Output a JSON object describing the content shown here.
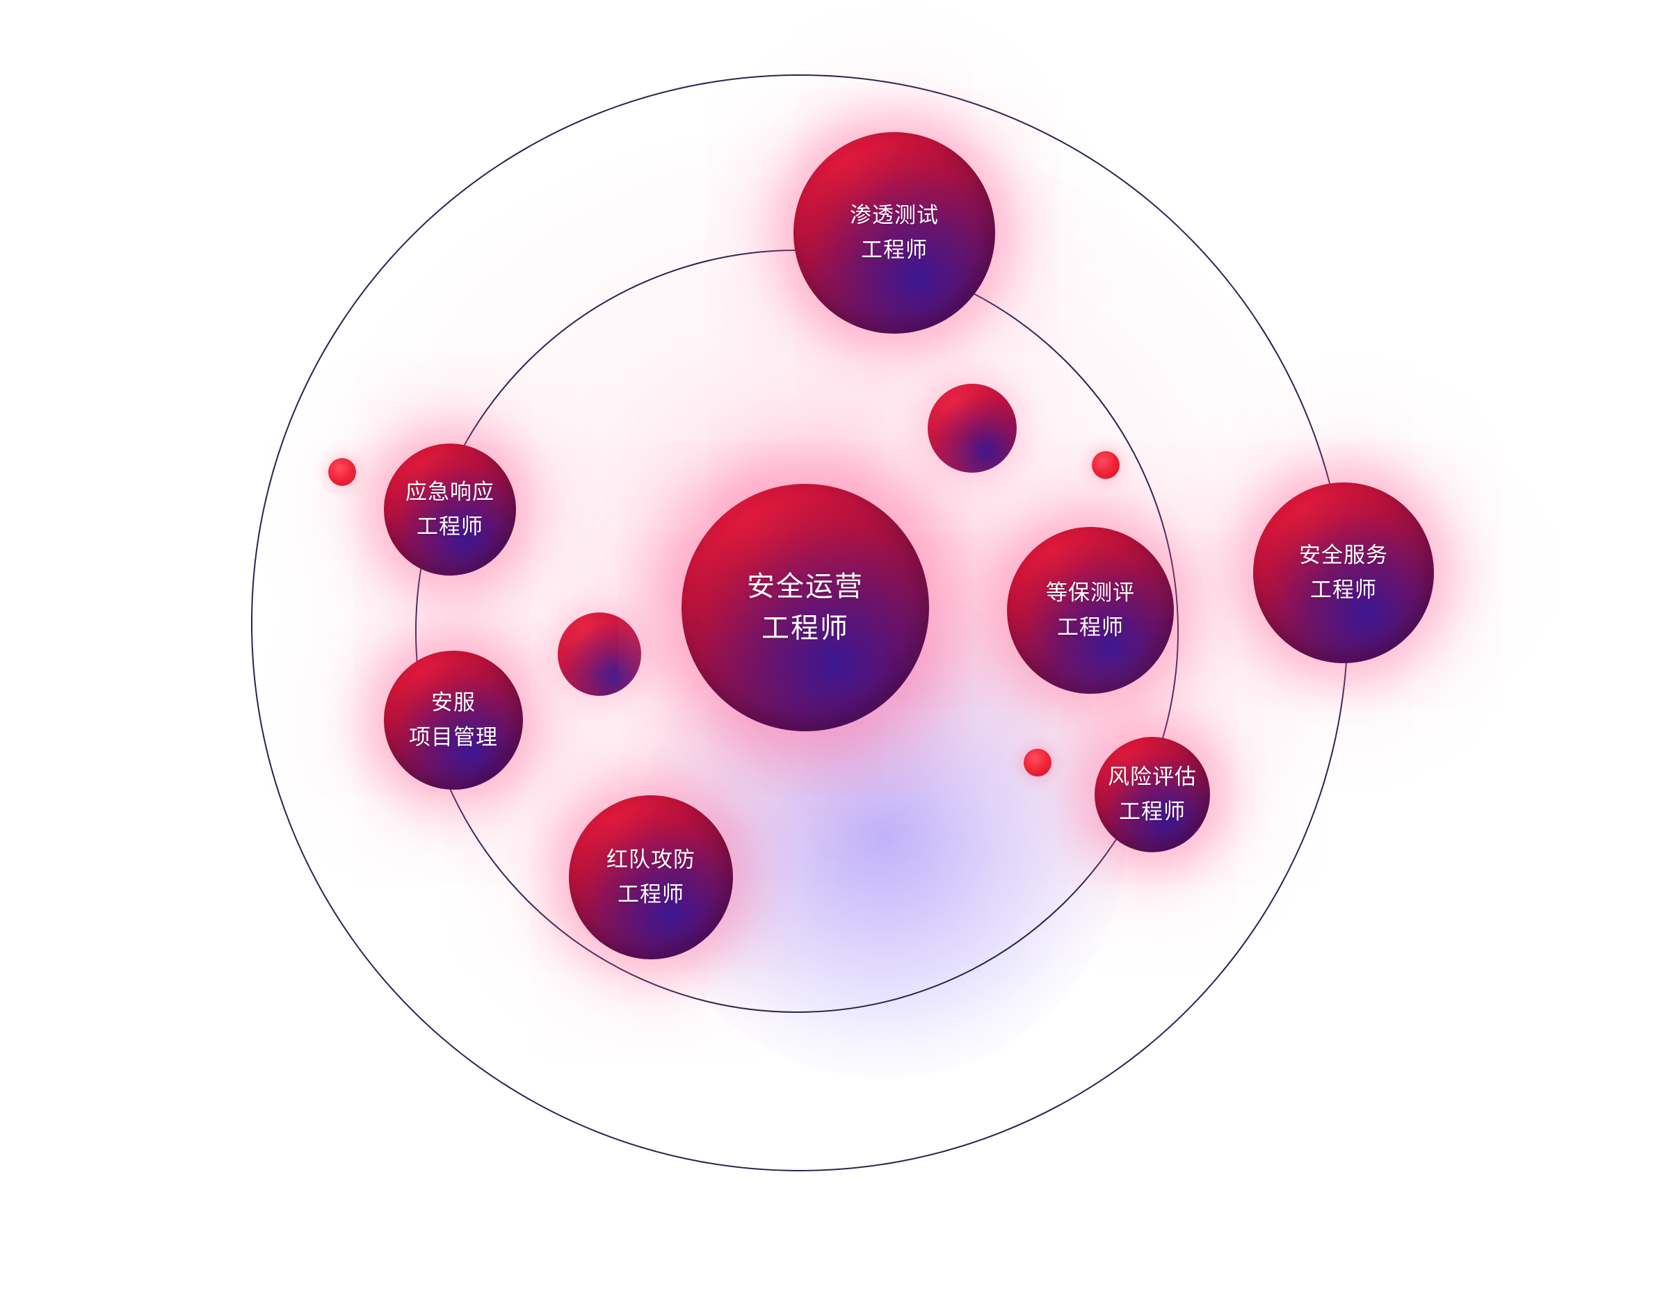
{
  "diagram": {
    "center": {
      "line1": "安全运营",
      "line2": "工程师"
    },
    "nodes": [
      {
        "id": "penetration-test",
        "line1": "渗透测试",
        "line2": "工程师"
      },
      {
        "id": "incident-response",
        "line1": "应急响应",
        "line2": "工程师"
      },
      {
        "id": "security-service-pm",
        "line1": "安服",
        "line2": "项目管理"
      },
      {
        "id": "red-team",
        "line1": "红队攻防",
        "line2": "工程师"
      },
      {
        "id": "compliance-assessment",
        "line1": "等保测评",
        "line2": "工程师"
      },
      {
        "id": "risk-assessment",
        "line1": "风险评估",
        "line2": "工程师"
      },
      {
        "id": "security-service",
        "line1": "安全服务",
        "line2": "工程师"
      }
    ],
    "colors": {
      "ring_stroke": "#2a2350",
      "sphere_red": "#c4123a",
      "sphere_deep": "#6e0c3c",
      "sphere_blue": "#371696",
      "dot_red": "#ee1c2e",
      "glow_pink": "#ff7fa8",
      "glow_violet": "#8f86ff"
    }
  }
}
